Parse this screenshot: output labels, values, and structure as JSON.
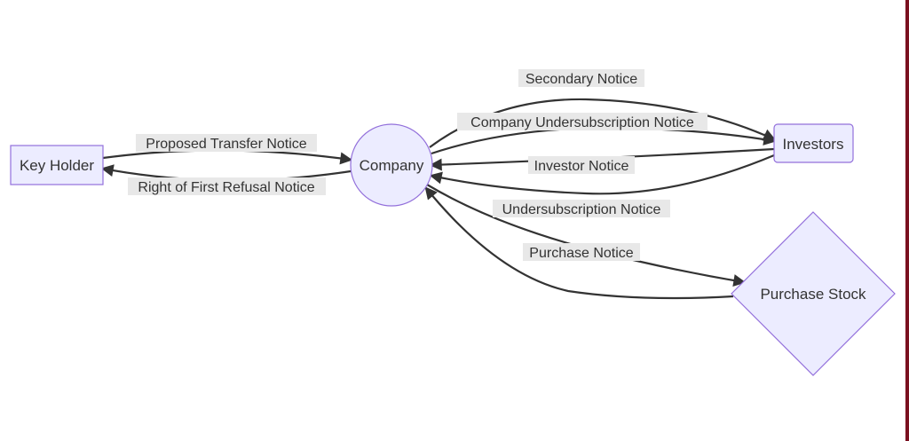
{
  "nodes": {
    "key_holder": "Key Holder",
    "company": "Company",
    "investors": "Investors",
    "purchase_stock": "Purchase Stock"
  },
  "edges": {
    "proposed_transfer": "Proposed Transfer Notice",
    "right_of_first_refusal": "Right of First Refusal Notice",
    "secondary": "Secondary Notice",
    "company_undersubscription": "Company Undersubscription Notice",
    "investor": "Investor Notice",
    "undersubscription": "Undersubscription Notice",
    "purchase": "Purchase Notice"
  },
  "colors": {
    "node_fill": "#ececff",
    "node_stroke": "#9370db",
    "edge": "#333333",
    "label_bg": "#e8e8e8"
  }
}
